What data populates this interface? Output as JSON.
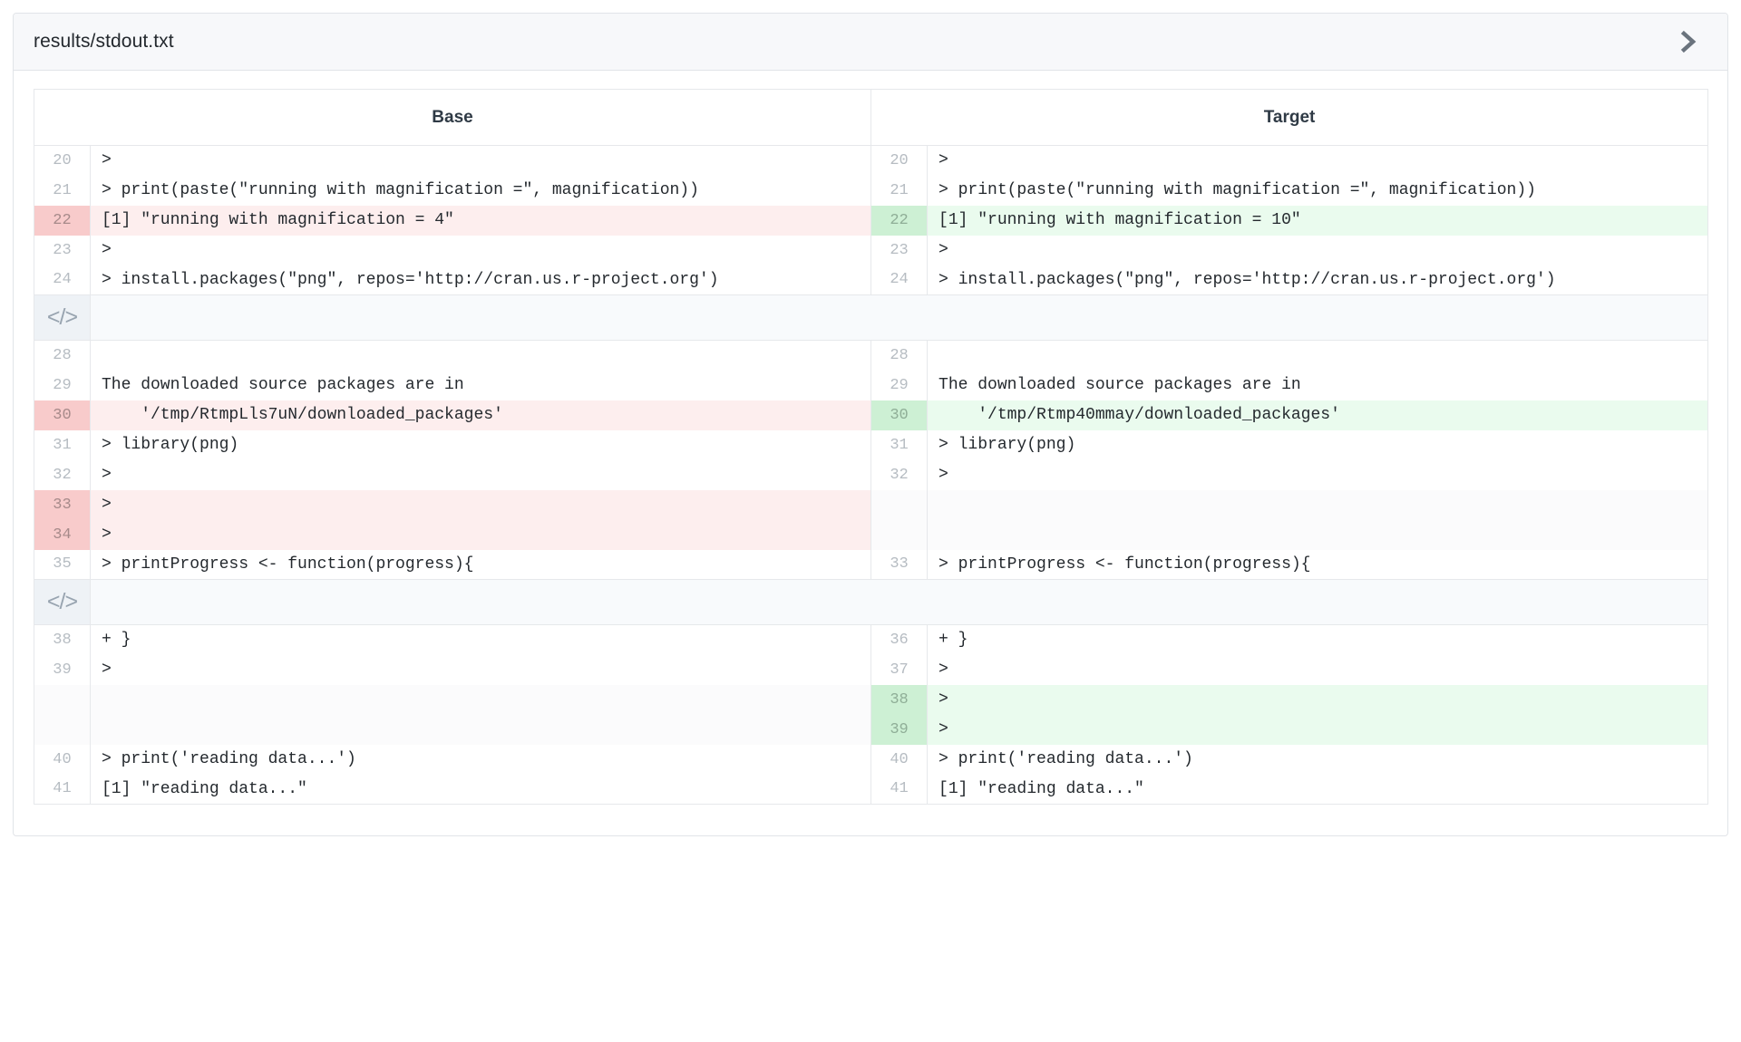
{
  "header": {
    "title": "results/stdout.txt",
    "collapse_icon": "chevron-right-icon"
  },
  "columns": {
    "base_label": "Base",
    "target_label": "Target"
  },
  "expander": {
    "icon_label": "</>",
    "icon_name": "code-expander-icon"
  },
  "colors": {
    "delete_gutter": "#f8cbcb",
    "delete_bg": "#fdeeee",
    "add_gutter": "#cdf0d4",
    "add_bg": "#eafbee",
    "header_bg": "#f7f8fa",
    "border": "#e6e8eb",
    "expander_bg": "#eef2f6"
  },
  "blocks": [
    {
      "type": "rows",
      "rows": [
        {
          "base_ln": "20",
          "base_code": ">",
          "base_state": "ctx",
          "target_ln": "20",
          "target_code": ">",
          "target_state": "ctx"
        },
        {
          "base_ln": "21",
          "base_code": "> print(paste(\"running with magnification =\", magnification))",
          "base_state": "ctx",
          "target_ln": "21",
          "target_code": "> print(paste(\"running with magnification =\", magnification))",
          "target_state": "ctx"
        },
        {
          "base_ln": "22",
          "base_code": "[1] \"running with magnification = 4\"",
          "base_state": "del",
          "target_ln": "22",
          "target_code": "[1] \"running with magnification = 10\"",
          "target_state": "add"
        },
        {
          "base_ln": "23",
          "base_code": ">",
          "base_state": "ctx",
          "target_ln": "23",
          "target_code": ">",
          "target_state": "ctx"
        },
        {
          "base_ln": "24",
          "base_code": "> install.packages(\"png\", repos='http://cran.us.r-project.org')",
          "base_state": "ctx",
          "target_ln": "24",
          "target_code": "> install.packages(\"png\", repos='http://cran.us.r-project.org')",
          "target_state": "ctx"
        }
      ]
    },
    {
      "type": "expander"
    },
    {
      "type": "rows",
      "rows": [
        {
          "base_ln": "28",
          "base_code": "",
          "base_state": "ctx",
          "target_ln": "28",
          "target_code": "",
          "target_state": "ctx"
        },
        {
          "base_ln": "29",
          "base_code": "The downloaded source packages are in",
          "base_state": "ctx",
          "target_ln": "29",
          "target_code": "The downloaded source packages are in",
          "target_state": "ctx"
        },
        {
          "base_ln": "30",
          "base_code": "    '/tmp/RtmpLls7uN/downloaded_packages'",
          "base_state": "del",
          "target_ln": "30",
          "target_code": "    '/tmp/Rtmp40mmay/downloaded_packages'",
          "target_state": "add"
        },
        {
          "base_ln": "31",
          "base_code": "> library(png)",
          "base_state": "ctx",
          "target_ln": "31",
          "target_code": "> library(png)",
          "target_state": "ctx"
        },
        {
          "base_ln": "32",
          "base_code": ">",
          "base_state": "ctx",
          "target_ln": "32",
          "target_code": ">",
          "target_state": "ctx"
        },
        {
          "base_ln": "33",
          "base_code": ">",
          "base_state": "del",
          "target_ln": "",
          "target_code": "",
          "target_state": "empty"
        },
        {
          "base_ln": "34",
          "base_code": ">",
          "base_state": "del",
          "target_ln": "",
          "target_code": "",
          "target_state": "empty"
        },
        {
          "base_ln": "35",
          "base_code": "> printProgress <- function(progress){",
          "base_state": "ctx",
          "target_ln": "33",
          "target_code": "> printProgress <- function(progress){",
          "target_state": "ctx"
        }
      ]
    },
    {
      "type": "expander"
    },
    {
      "type": "rows",
      "rows": [
        {
          "base_ln": "38",
          "base_code": "+ }",
          "base_state": "ctx",
          "target_ln": "36",
          "target_code": "+ }",
          "target_state": "ctx"
        },
        {
          "base_ln": "39",
          "base_code": ">",
          "base_state": "ctx",
          "target_ln": "37",
          "target_code": ">",
          "target_state": "ctx"
        },
        {
          "base_ln": "",
          "base_code": "",
          "base_state": "empty",
          "target_ln": "38",
          "target_code": ">",
          "target_state": "add"
        },
        {
          "base_ln": "",
          "base_code": "",
          "base_state": "empty",
          "target_ln": "39",
          "target_code": ">",
          "target_state": "add"
        },
        {
          "base_ln": "40",
          "base_code": "> print('reading data...')",
          "base_state": "ctx",
          "target_ln": "40",
          "target_code": "> print('reading data...')",
          "target_state": "ctx"
        },
        {
          "base_ln": "41",
          "base_code": "[1] \"reading data...\"",
          "base_state": "ctx",
          "target_ln": "41",
          "target_code": "[1] \"reading data...\"",
          "target_state": "ctx"
        }
      ]
    }
  ]
}
